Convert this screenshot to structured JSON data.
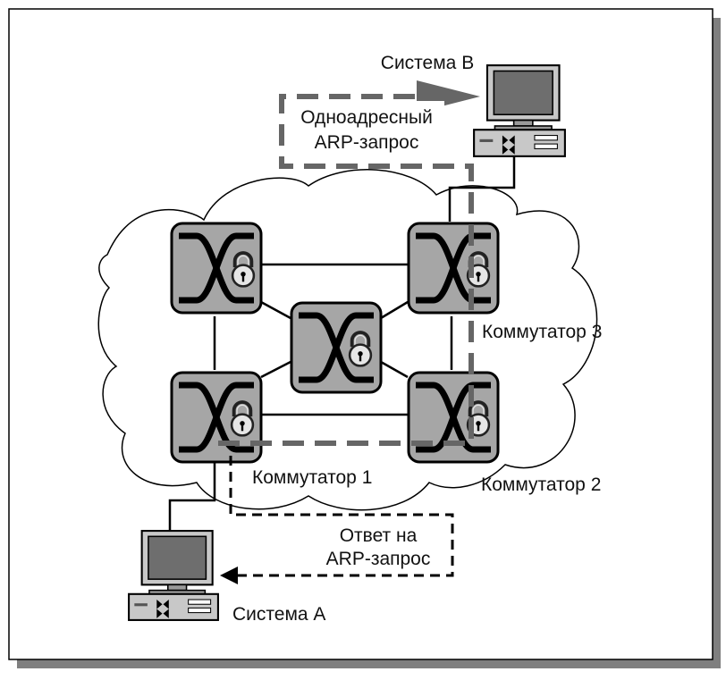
{
  "labels": {
    "system_b": "Система В",
    "system_a": "Система А",
    "unicast_line1": "Одноадресный",
    "unicast_line2": "ARP-запрос",
    "reply_line1": "Ответ на",
    "reply_line2": "ARP-запрос",
    "switch_1": "Коммутатор 1",
    "switch_2": "Коммутатор 2",
    "switch_3": "Коммутатор 3"
  },
  "colors": {
    "frame_shadow": "#7f7f7f",
    "switch_fill": "#a6a6a6",
    "cloud_fill": "#ffffff",
    "unicast_path": "#666666",
    "reply_path": "#000000",
    "monitor_screen": "#6e6e6e",
    "computer_body": "#c8c8c8"
  },
  "icons": {
    "switch": "switch-cross-icon",
    "lock": "padlock-icon",
    "computer": "desktop-computer-icon"
  }
}
